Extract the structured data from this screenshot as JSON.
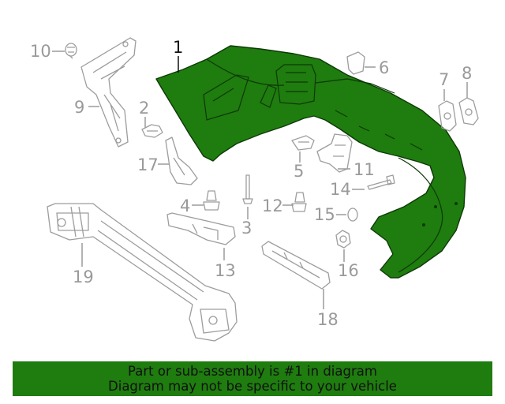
{
  "colors": {
    "highlight": "#1f7c0f",
    "part_line": "#9d9d9d",
    "primary_label": "#111111"
  },
  "callouts": [
    "1",
    "2",
    "3",
    "4",
    "5",
    "6",
    "7",
    "8",
    "9",
    "10",
    "11",
    "12",
    "13",
    "14",
    "15",
    "16",
    "17",
    "18",
    "19"
  ],
  "banner": {
    "line1": "Part or sub-assembly is #1 in diagram",
    "line2": "Diagram may not be specific to your vehicle"
  }
}
